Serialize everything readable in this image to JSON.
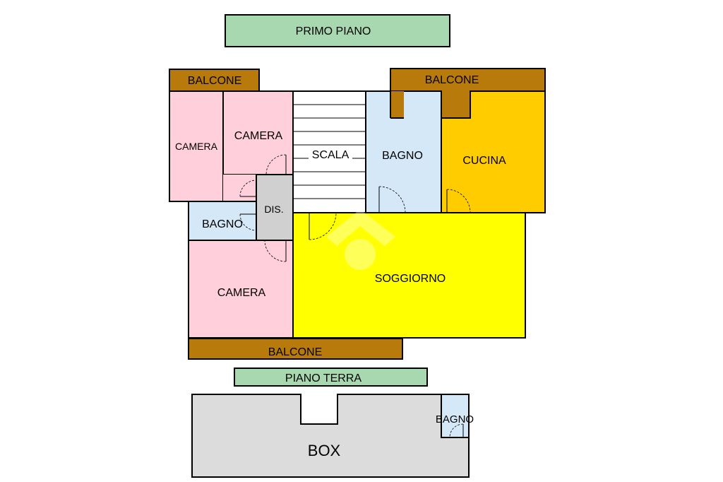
{
  "floors": {
    "upper_title": "PRIMO PIANO",
    "ground_title": "PIANO TERRA"
  },
  "rooms": {
    "balcone_top_left": "BALCONE",
    "balcone_top_right": "BALCONE",
    "balcone_bottom": "BALCONE",
    "camera_left": "CAMERA",
    "camera_top": "CAMERA",
    "camera_bottom": "CAMERA",
    "scala": "SCALA",
    "bagno_upper": "BAGNO",
    "cucina": "CUCINA",
    "dis": "DIS.",
    "bagno_small": "BAGNO",
    "soggiorno": "SOGGIORNO",
    "box": "BOX",
    "bagno_box": "BAGNO"
  },
  "colors": {
    "balcone": "#b87a0a",
    "camera": "#ffd0dc",
    "bagno": "#d4e8f8",
    "cucina": "#ffcc00",
    "soggiorno": "#ffff00",
    "dis": "#d0d0d0",
    "scala": "#ffffff",
    "box": "#dcdcdc",
    "title_bar": "#a8d8b0"
  }
}
